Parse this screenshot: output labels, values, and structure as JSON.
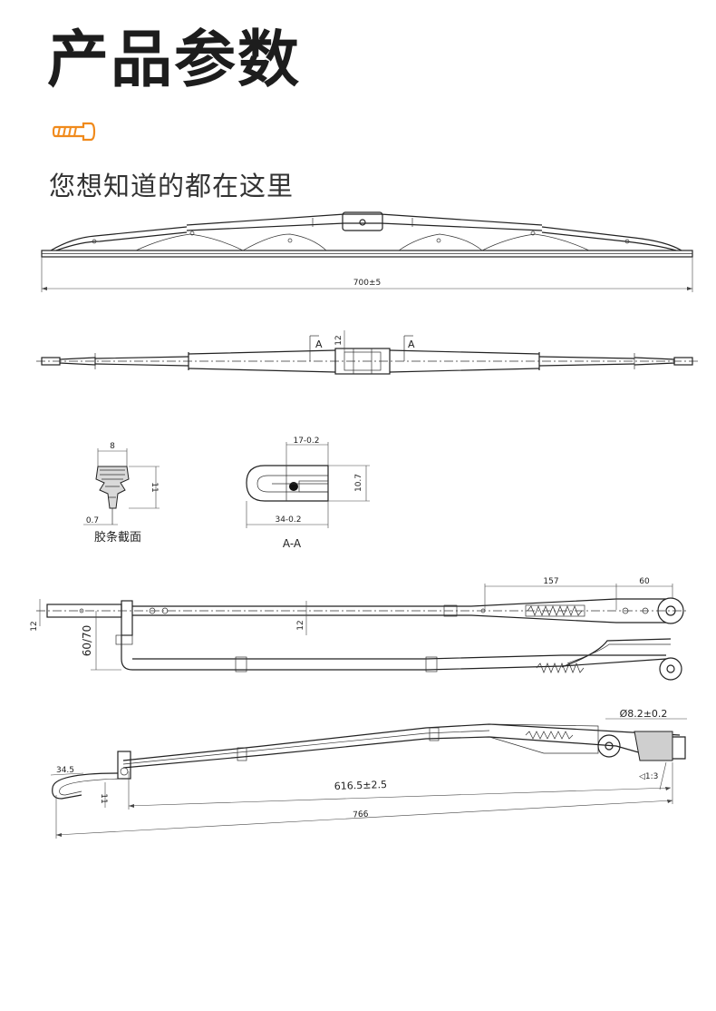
{
  "header": {
    "title": "产品参数",
    "subtitle": "您想知道的都在这里",
    "accent_color": "#f08a1c",
    "icon": "bolt-icon"
  },
  "blade_side_view": {
    "length_label": "700±5"
  },
  "blade_top_view": {
    "section_mark_left": "A",
    "section_mark_right": "A",
    "dimension_label": "12"
  },
  "rubber_section": {
    "width_label": "8",
    "height_label": "11",
    "thickness_label": "0.7",
    "caption": "胶条截面"
  },
  "section_aa": {
    "slot_label": "17-0.2",
    "height_label": "10.7",
    "length_label": "34-0.2",
    "caption": "A-A"
  },
  "arm_top_view": {
    "dim_157": "157",
    "dim_60": "60",
    "dim_12_left": "12",
    "dim_12_center": "12",
    "dim_60_70": "60/70"
  },
  "arm_side_view": {
    "hole_label": "Ø8.2±0.2",
    "taper_label": "◁1:3",
    "dim_34_5": "34.5",
    "dim_11": "11",
    "length_label": "616.5±2.5",
    "total_label": "766"
  }
}
